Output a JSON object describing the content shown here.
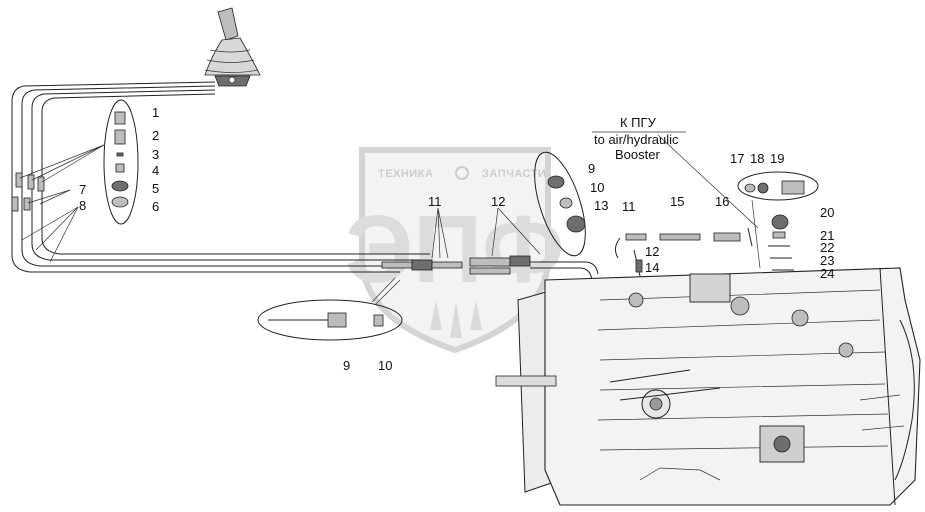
{
  "diagram": {
    "note_ru": "К ПГУ",
    "note_en_line1": "to air/hydraulic",
    "note_en_line2": "Booster",
    "watermark": {
      "top_left": "ТЕХНИКА",
      "top_right": "ЗАПЧАСТИ",
      "big_letters": "ЭПФ"
    },
    "callouts": [
      {
        "id": "c1",
        "label": "1"
      },
      {
        "id": "c2",
        "label": "2"
      },
      {
        "id": "c3",
        "label": "3"
      },
      {
        "id": "c4",
        "label": "4"
      },
      {
        "id": "c5",
        "label": "5"
      },
      {
        "id": "c6",
        "label": "6"
      },
      {
        "id": "c7",
        "label": "7"
      },
      {
        "id": "c8",
        "label": "8"
      },
      {
        "id": "c9a",
        "label": "9"
      },
      {
        "id": "c10a",
        "label": "10"
      },
      {
        "id": "c9b",
        "label": "9"
      },
      {
        "id": "c10b",
        "label": "10"
      },
      {
        "id": "c11a",
        "label": "11"
      },
      {
        "id": "c12a",
        "label": "12"
      },
      {
        "id": "c13",
        "label": "13"
      },
      {
        "id": "c11b",
        "label": "11"
      },
      {
        "id": "c12b",
        "label": "12"
      },
      {
        "id": "c14",
        "label": "14"
      },
      {
        "id": "c15",
        "label": "15"
      },
      {
        "id": "c16",
        "label": "16"
      },
      {
        "id": "c17",
        "label": "17"
      },
      {
        "id": "c18",
        "label": "18"
      },
      {
        "id": "c19",
        "label": "19"
      },
      {
        "id": "c20",
        "label": "20"
      },
      {
        "id": "c21",
        "label": "21"
      },
      {
        "id": "c22",
        "label": "22"
      },
      {
        "id": "c23",
        "label": "23"
      },
      {
        "id": "c24",
        "label": "24"
      }
    ]
  }
}
